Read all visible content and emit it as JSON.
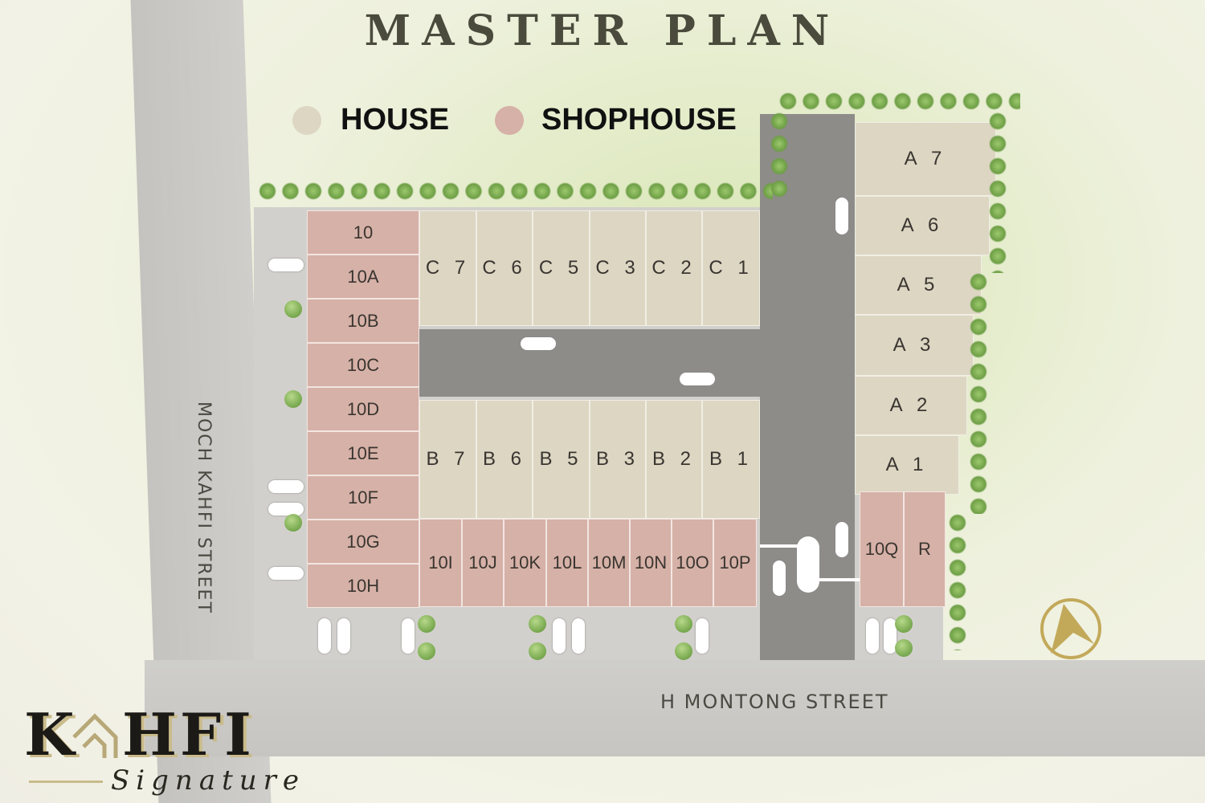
{
  "title": "MASTER PLAN",
  "legend": [
    {
      "label": "HOUSE",
      "color": "#dcd6c3"
    },
    {
      "label": "SHOPHOUSE",
      "color": "#d6b1a7"
    }
  ],
  "streets": {
    "west": "MOCH KAHFI STREET",
    "south": "H MONTONG STREET"
  },
  "lots": {
    "shophouse_column": [
      "10",
      "10A",
      "10B",
      "10C",
      "10D",
      "10E",
      "10F",
      "10G",
      "10H"
    ],
    "house_row_c": [
      "C 7",
      "C 6",
      "C 5",
      "C 3",
      "C 2",
      "C 1"
    ],
    "house_row_b": [
      "B 7",
      "B 6",
      "B 5",
      "B 3",
      "B 2",
      "B 1"
    ],
    "shophouse_row": [
      "10I",
      "10J",
      "10K",
      "10L",
      "10M",
      "10N",
      "10O",
      "10P"
    ],
    "house_column_a": [
      "A 7",
      "A 6",
      "A 5",
      "A 3",
      "A 2",
      "A 1"
    ],
    "shophouse_corner": [
      "10Q",
      "R"
    ]
  },
  "compass": {
    "icon": "north-arrow-icon",
    "color": "#c2a95a"
  },
  "logo": {
    "brand": "KAHFI",
    "brand_left": "K",
    "brand_right": "HFI",
    "tagline": "Signature"
  }
}
